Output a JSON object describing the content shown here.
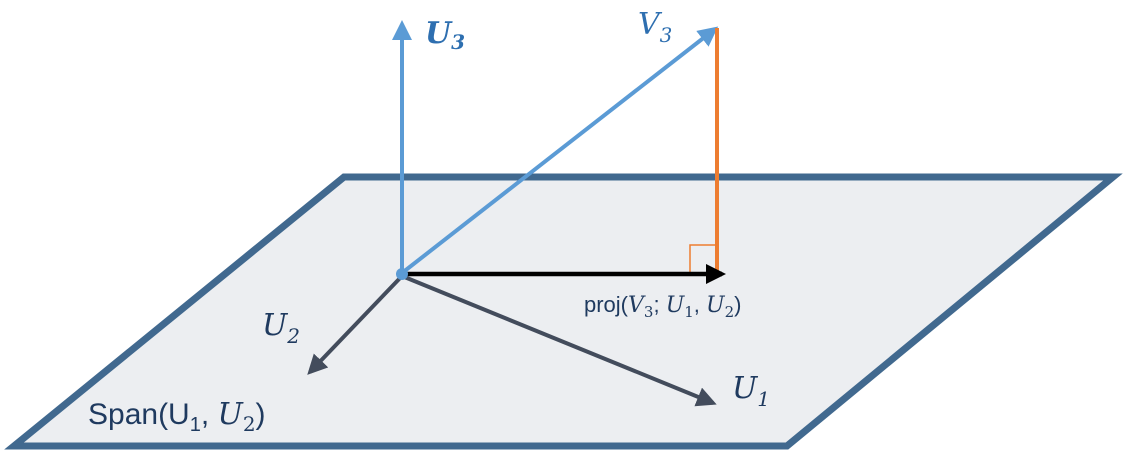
{
  "diagram": {
    "colors": {
      "plane_fill": "#eceef1",
      "plane_stroke": "#41698f",
      "basis_vector": "#434c5c",
      "u3_vector": "#5b9bd5",
      "v3_vector": "#5b9bd5",
      "projection": "#000000",
      "residual": "#ed7d31",
      "label_dark": "#1f3a5f",
      "label_blue": "#2e6fb0"
    },
    "labels": {
      "u3": {
        "main": "U",
        "sub": "3"
      },
      "v3": {
        "main": "V",
        "sub": "3"
      },
      "u2": {
        "main": "U",
        "sub": "2"
      },
      "u1": {
        "main": "U",
        "sub": "1"
      },
      "proj": {
        "prefix": "proj(",
        "v_main": "V",
        "v_sub": "3",
        "sep": "; ",
        "u1_main": "U",
        "u1_sub": "1",
        "comma": ", ",
        "u2_main": "U",
        "u2_sub": "2",
        "suffix": ")"
      },
      "span": {
        "prefix": "Span(U",
        "u1_sub": "1",
        "comma": ", ",
        "u2_main": "U",
        "u2_sub": "2",
        "suffix": ")"
      }
    }
  }
}
